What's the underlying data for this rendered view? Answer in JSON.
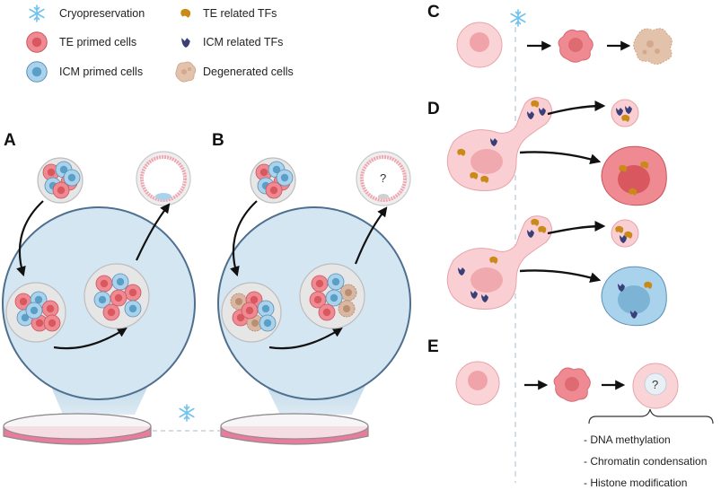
{
  "legend": {
    "items": [
      {
        "key": "cryo",
        "label": "Cryopreservation"
      },
      {
        "key": "te_cells",
        "label": "TE primed cells"
      },
      {
        "key": "icm_cells",
        "label": "ICM primed cells"
      },
      {
        "key": "te_tf",
        "label": "TE related TFs"
      },
      {
        "key": "icm_tf",
        "label": "ICM related TFs"
      },
      {
        "key": "degen",
        "label": "Degenerated cells"
      }
    ]
  },
  "panels": {
    "a": "A",
    "b": "B",
    "c": "C",
    "d": "D",
    "e": "E"
  },
  "question_mark": "?",
  "epigenetic_notes": [
    "- DNA methylation",
    "- Chromatin condensation",
    "- Histone modification"
  ],
  "colors": {
    "te_fill": "#f08a92",
    "te_nucleus": "#d9575f",
    "icm_fill": "#a9d3ec",
    "icm_nucleus": "#5b9ec6",
    "degen_fill": "#d9b7a0",
    "tf_gold": "#c98a1a",
    "tf_navy": "#3a3f78",
    "zoom_fill": "#d3e6f2",
    "zoom_stroke": "#4e6f8e",
    "cryo_blue": "#6fc3ee",
    "dish_pink": "#e87c9c"
  }
}
